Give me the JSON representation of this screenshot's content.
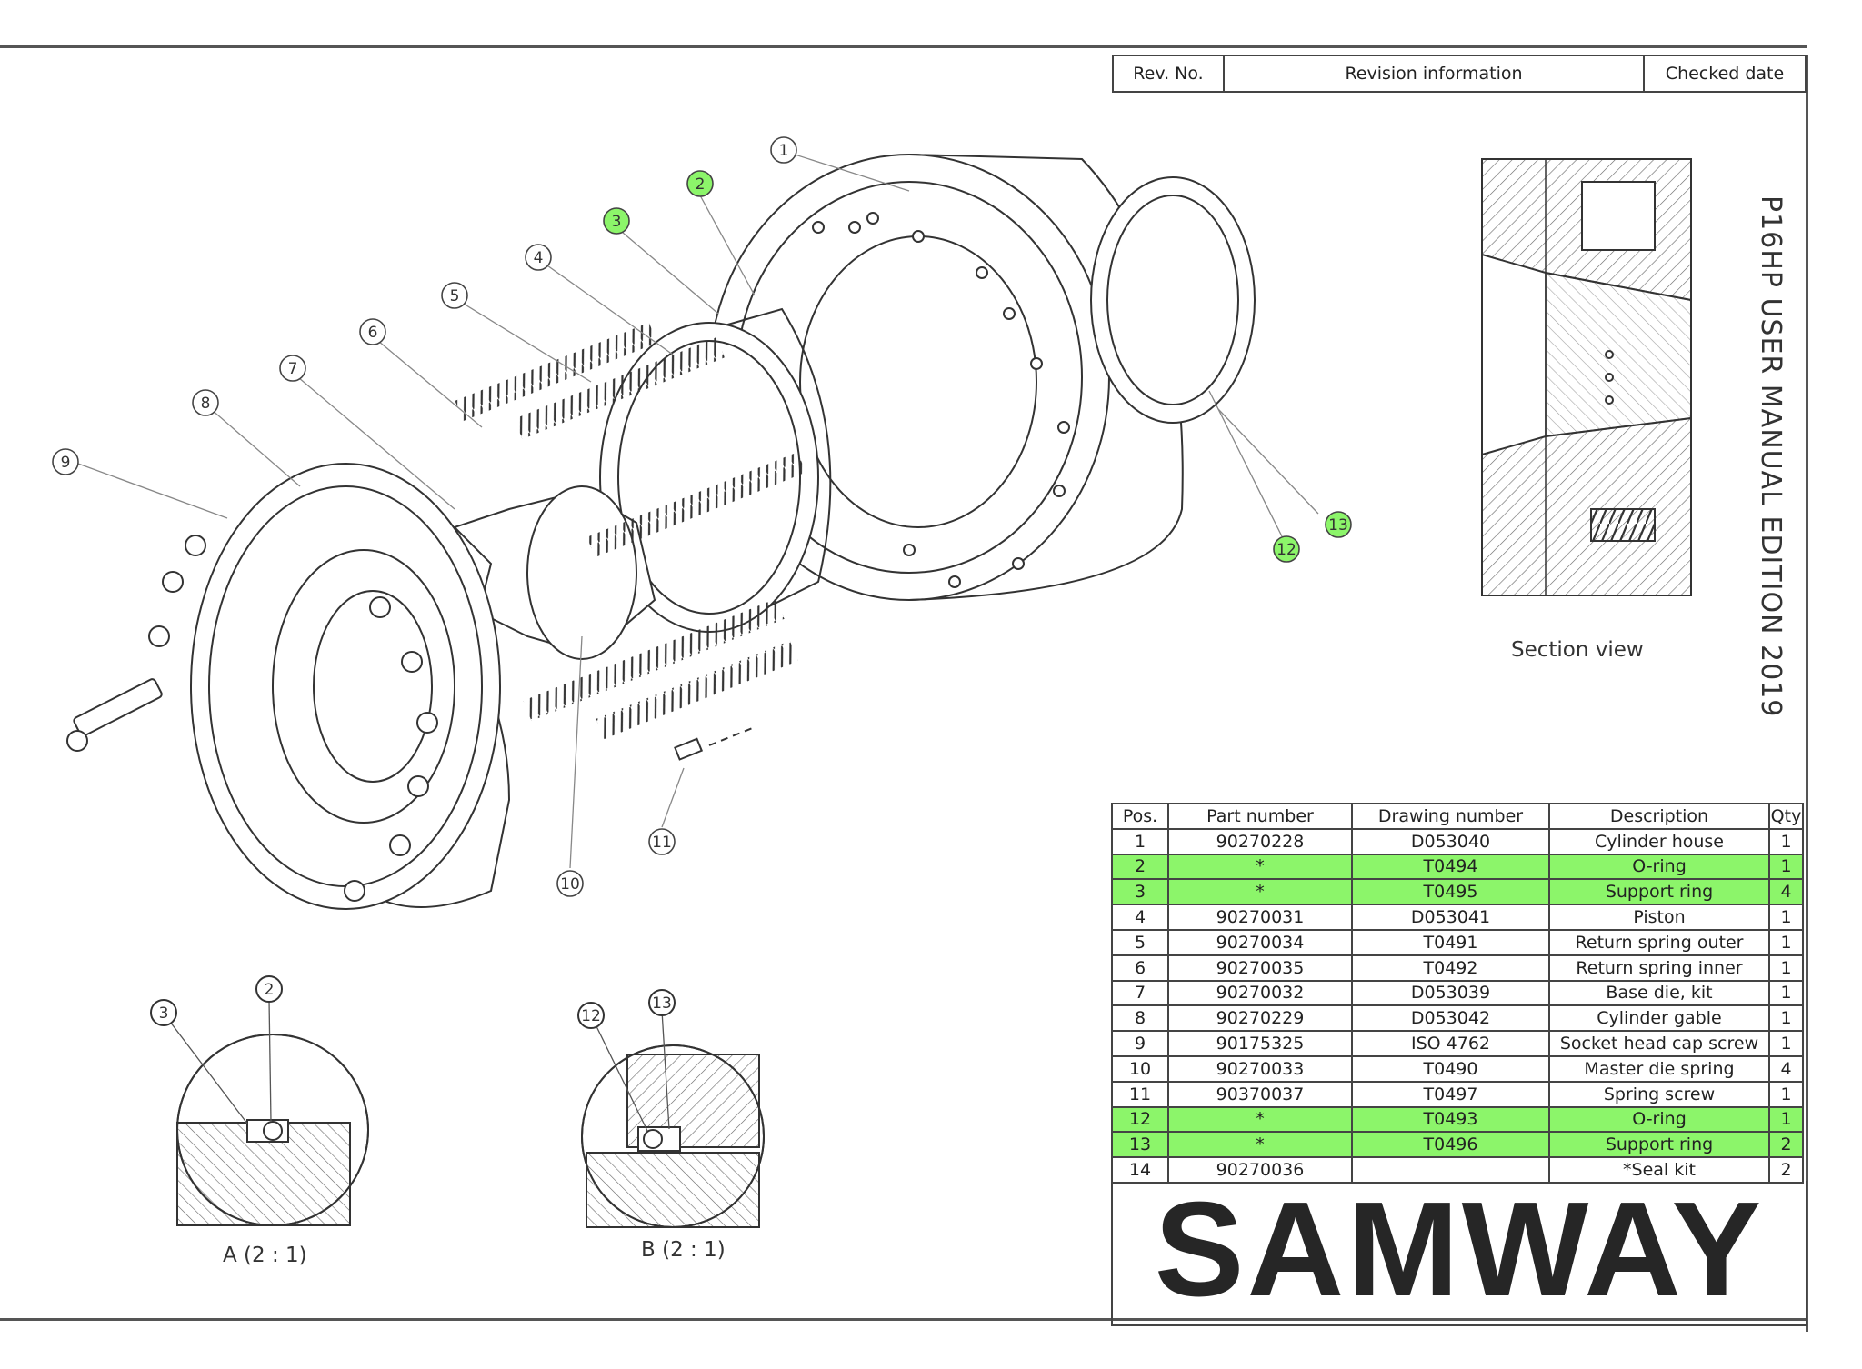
{
  "revision": {
    "headers": [
      "Rev. No.",
      "Revision information",
      "Checked date"
    ]
  },
  "manual_title": "P16HP USER MANUAL EDITION  2019",
  "section_view_label": "Section view",
  "detail_labels": {
    "a": "A (2 : 1)",
    "b": "B (2 : 1)"
  },
  "callouts": [
    "1",
    "2",
    "3",
    "4",
    "5",
    "6",
    "7",
    "8",
    "9",
    "10",
    "11",
    "12",
    "13"
  ],
  "highlight_color": "#8cf56a",
  "parts_table": {
    "columns": [
      "Pos.",
      "Part number",
      "Drawing number",
      "Description",
      "Qty"
    ],
    "rows": [
      {
        "pos": "1",
        "part": "90270228",
        "drawing": "D053040",
        "desc": "Cylinder house",
        "qty": "1",
        "highlight": false
      },
      {
        "pos": "2",
        "part": "*",
        "drawing": "T0494",
        "desc": "O-ring",
        "qty": "1",
        "highlight": true
      },
      {
        "pos": "3",
        "part": "*",
        "drawing": "T0495",
        "desc": "Support ring",
        "qty": "4",
        "highlight": true
      },
      {
        "pos": "4",
        "part": "90270031",
        "drawing": "D053041",
        "desc": "Piston",
        "qty": "1",
        "highlight": false
      },
      {
        "pos": "5",
        "part": "90270034",
        "drawing": "T0491",
        "desc": "Return spring outer",
        "qty": "1",
        "highlight": false
      },
      {
        "pos": "6",
        "part": "90270035",
        "drawing": "T0492",
        "desc": "Return spring inner",
        "qty": "1",
        "highlight": false
      },
      {
        "pos": "7",
        "part": "90270032",
        "drawing": "D053039",
        "desc": "Base die, kit",
        "qty": "1",
        "highlight": false
      },
      {
        "pos": "8",
        "part": "90270229",
        "drawing": "D053042",
        "desc": "Cylinder gable",
        "qty": "1",
        "highlight": false
      },
      {
        "pos": "9",
        "part": "90175325",
        "drawing": "ISO 4762",
        "desc": "Socket head cap screw",
        "qty": "1",
        "highlight": false
      },
      {
        "pos": "10",
        "part": "90270033",
        "drawing": "T0490",
        "desc": "Master die spring",
        "qty": "4",
        "highlight": false
      },
      {
        "pos": "11",
        "part": "90370037",
        "drawing": "T0497",
        "desc": "Spring screw",
        "qty": "1",
        "highlight": false
      },
      {
        "pos": "12",
        "part": "*",
        "drawing": "T0493",
        "desc": "O-ring",
        "qty": "1",
        "highlight": true
      },
      {
        "pos": "13",
        "part": "*",
        "drawing": "T0496",
        "desc": "Support ring",
        "qty": "2",
        "highlight": true
      },
      {
        "pos": "14",
        "part": "90270036",
        "drawing": "",
        "desc": "*Seal kit",
        "qty": "2",
        "highlight": false
      }
    ]
  },
  "logo_text": "SAMWAY"
}
